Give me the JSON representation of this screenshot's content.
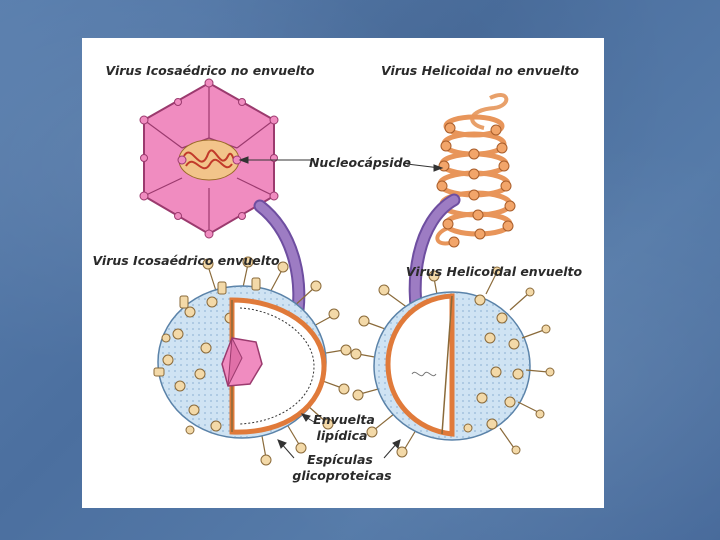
{
  "labels": {
    "icosa_naked": "Virus Icosaédrico no envuelto",
    "helical_naked": "Virus Helicoidal no envuelto",
    "nucleocapsid": "Nucleocápside",
    "icosa_enveloped": "Virus Icosaédrico envuelto",
    "helical_enveloped": "Virus Helicoidal envuelto",
    "envelope_line1": "Envuelta",
    "envelope_line2": "lipídica",
    "spikes_line1": "Espículas",
    "spikes_line2": "glicoproteicas"
  },
  "colors": {
    "background": "#4f74a3",
    "capsid_pink": "#f08cc0",
    "capsid_outline": "#9b3a6e",
    "capsomere_orange": "#f2a56a",
    "envelope_blue": "#cfe3f3",
    "spike_tan": "#f3d9a8",
    "arrow_purple": "#9d7cc3"
  }
}
